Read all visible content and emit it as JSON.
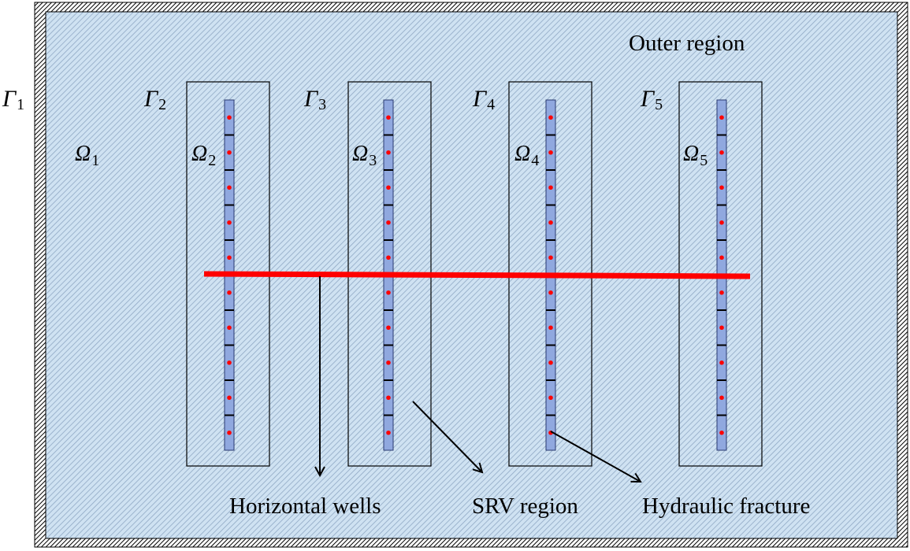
{
  "colors": {
    "region_fill": "#cfe2f2",
    "hatch_line": "#8fa8c4",
    "fracture_fill": "#90a8df",
    "fracture_stroke": "#2a3a70",
    "well": "#ff0000",
    "perforation": "#ff0000",
    "border": "#000000"
  },
  "labels": {
    "outer_region": "Outer region",
    "horizontal_wells": "Horizontal wells",
    "srv_region": "SRV region",
    "hydraulic_fracture": "Hydraulic fracture"
  },
  "boundaries": [
    {
      "symbol": "Γ",
      "sub": "1"
    },
    {
      "symbol": "Γ",
      "sub": "2"
    },
    {
      "symbol": "Γ",
      "sub": "3"
    },
    {
      "symbol": "Γ",
      "sub": "4"
    },
    {
      "symbol": "Γ",
      "sub": "5"
    }
  ],
  "domains": [
    {
      "symbol": "Ω",
      "sub": "1"
    },
    {
      "symbol": "Ω",
      "sub": "2"
    },
    {
      "symbol": "Ω",
      "sub": "3"
    },
    {
      "symbol": "Ω",
      "sub": "4"
    },
    {
      "symbol": "Ω",
      "sub": "5"
    }
  ],
  "srv_regions": [
    {
      "name": "srv-region-2"
    },
    {
      "name": "srv-region-3"
    },
    {
      "name": "srv-region-4"
    },
    {
      "name": "srv-region-5"
    }
  ],
  "fracture_segments_per_srv": 10
}
